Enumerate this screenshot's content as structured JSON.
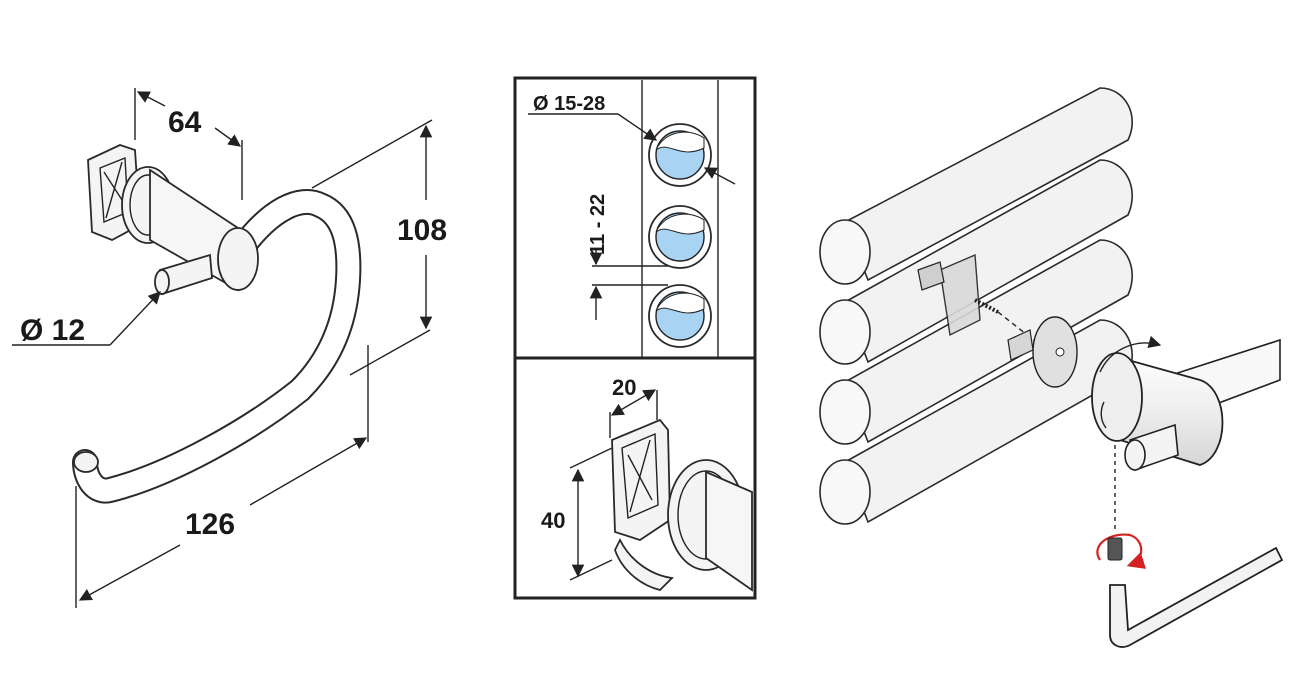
{
  "holder_view": {
    "dim_depth": "64",
    "dim_height": "108",
    "dim_diameter": "Ø 12",
    "dim_length": "126"
  },
  "pipe_spec": {
    "dim_pipe_diameter": "Ø 15-28",
    "dim_pipe_spacing": "11 - 22"
  },
  "clamp_detail": {
    "dim_width": "20",
    "dim_height": "40"
  },
  "colors": {
    "pipe_water": "#a9d3f2",
    "rotation_arrow": "#d42222",
    "outline": "#222222"
  }
}
